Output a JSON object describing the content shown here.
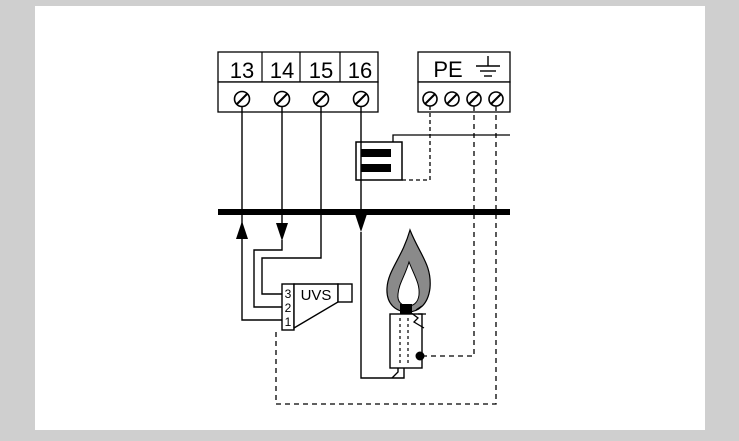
{
  "diagram": {
    "terminals": [
      "13",
      "14",
      "15",
      "16"
    ],
    "pe_label": "PE",
    "ground_symbol": "earth-ground-icon",
    "sensor": {
      "label": "UVS",
      "pins": [
        "3",
        "2",
        "1"
      ]
    },
    "colors": {
      "background": "#cfcfcf",
      "panel": "#ffffff",
      "line": "#000000",
      "flame_outer": "#8a8a8a",
      "flame_inner": "#ffffff"
    }
  }
}
